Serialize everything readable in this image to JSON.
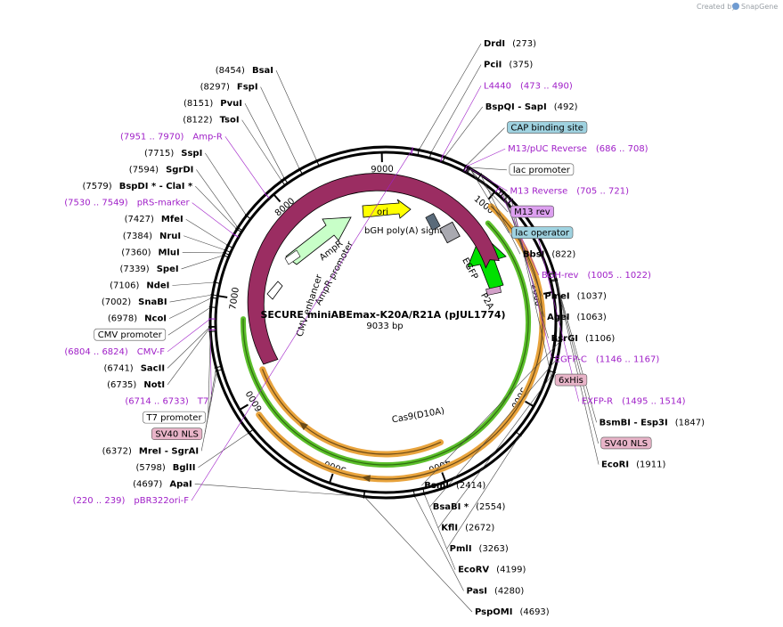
{
  "credit": {
    "prefix": "Created by",
    "brand": "SnapGene"
  },
  "plasmid": {
    "name": "SECURE miniABEmax-K20A/R21A (pJUL1774)",
    "size": "9033 bp",
    "length": 9033
  },
  "ticks": [
    "1000",
    "2000",
    "3000",
    "4000",
    "5000",
    "6000",
    "7000",
    "8000",
    "9000"
  ],
  "sites": [
    {
      "name": "DrdI",
      "pos": "(273)",
      "side": "R"
    },
    {
      "name": "PciI",
      "pos": "(375)",
      "side": "R"
    },
    {
      "name": "BspQI  - SapI",
      "pos": "(492)",
      "side": "R"
    },
    {
      "name": "BbsI",
      "pos": "(822)",
      "side": "R"
    },
    {
      "name": "PmeI",
      "pos": "(1037)",
      "side": "R"
    },
    {
      "name": "AgeI",
      "pos": "(1063)",
      "side": "R"
    },
    {
      "name": "BsrGI",
      "pos": "(1106)",
      "side": "R"
    },
    {
      "name": "BsmBI  - Esp3I",
      "pos": "(1847)",
      "side": "R"
    },
    {
      "name": "EcoRI",
      "pos": "(1911)",
      "side": "R"
    },
    {
      "name": "BsmI",
      "pos": "(2414)",
      "side": "R"
    },
    {
      "name": "BsaBI *",
      "pos": "(2554)",
      "side": "R"
    },
    {
      "name": "KflI",
      "pos": "(2672)",
      "side": "R"
    },
    {
      "name": "PmlI",
      "pos": "(3263)",
      "side": "R"
    },
    {
      "name": "EcoRV",
      "pos": "(4199)",
      "side": "R"
    },
    {
      "name": "PasI",
      "pos": "(4280)",
      "side": "R"
    },
    {
      "name": "PspOMI",
      "pos": "(4693)",
      "side": "R"
    },
    {
      "name": "ApaI",
      "pos": "(4697)",
      "side": "L"
    },
    {
      "name": "BglII",
      "pos": "(5798)",
      "side": "L"
    },
    {
      "name": "MreI  - SgrAI",
      "pos": "(6372)",
      "side": "L"
    },
    {
      "name": "NotI",
      "pos": "(6735)",
      "side": "L"
    },
    {
      "name": "SacII",
      "pos": "(6741)",
      "side": "L"
    },
    {
      "name": "NcoI",
      "pos": "(6978)",
      "side": "L"
    },
    {
      "name": "SnaBI",
      "pos": "(7002)",
      "side": "L"
    },
    {
      "name": "NdeI",
      "pos": "(7106)",
      "side": "L"
    },
    {
      "name": "SpeI",
      "pos": "(7339)",
      "side": "L"
    },
    {
      "name": "MluI",
      "pos": "(7360)",
      "side": "L"
    },
    {
      "name": "NruI",
      "pos": "(7384)",
      "side": "L"
    },
    {
      "name": "MfeI",
      "pos": "(7427)",
      "side": "L"
    },
    {
      "name": "BspDI *  - ClaI *",
      "pos": "(7579)",
      "side": "L"
    },
    {
      "name": "SgrDI",
      "pos": "(7594)",
      "side": "L"
    },
    {
      "name": "SspI",
      "pos": "(7715)",
      "side": "L"
    },
    {
      "name": "TsoI",
      "pos": "(8122)",
      "side": "L"
    },
    {
      "name": "PvuI",
      "pos": "(8151)",
      "side": "L"
    },
    {
      "name": "FspI",
      "pos": "(8297)",
      "side": "L"
    },
    {
      "name": "BsaI",
      "pos": "(8454)",
      "side": "L"
    }
  ],
  "primers": [
    {
      "name": "pBR322ori-F",
      "range": "(220 .. 239)",
      "side": "L"
    },
    {
      "name": "L4440",
      "range": "(473 .. 490)",
      "side": "R"
    },
    {
      "name": "M13/pUC Reverse",
      "range": "(686 .. 708)",
      "side": "R"
    },
    {
      "name": "M13 Reverse",
      "range": "(705 .. 721)",
      "side": "R"
    },
    {
      "name": "BGH-rev",
      "range": "(1005 .. 1022)",
      "side": "R"
    },
    {
      "name": "EGFP-C",
      "range": "(1146 .. 1167)",
      "side": "R"
    },
    {
      "name": "EXFP-R",
      "range": "(1495 .. 1514)",
      "side": "R"
    },
    {
      "name": "T7",
      "range": "(6714 .. 6733)",
      "side": "L"
    },
    {
      "name": "CMV-F",
      "range": "(6804 .. 6824)",
      "side": "L"
    },
    {
      "name": "pRS-marker",
      "range": "(7530 .. 7549)",
      "side": "L"
    },
    {
      "name": "Amp-R",
      "range": "(7951 .. 7970)",
      "side": "L"
    }
  ],
  "boxes": [
    {
      "text": "CAP binding site",
      "fill": "#9fd2e0"
    },
    {
      "text": "lac promoter",
      "fill": "#ffffff"
    },
    {
      "text": "lac operator",
      "fill": "#9fd2e0"
    },
    {
      "text": "M13 rev",
      "fill": "#dda0f0"
    },
    {
      "text": "6xHis",
      "fill": "#e8b4c8"
    },
    {
      "text": "SV40 NLS",
      "fill": "#e8b4c8"
    },
    {
      "text": "CMV promoter",
      "fill": "#ffffff"
    },
    {
      "text": "T7 promoter",
      "fill": "#ffffff"
    },
    {
      "text": "SV40 NLS",
      "fill": "#e8b4c8"
    }
  ],
  "features": {
    "ori": "ori",
    "bgh": "bGH poly(A) signal",
    "egfp": "EGFP",
    "p2a": "P2A",
    "cas9": "Cas9(D10A)",
    "ampr": "AmpR",
    "amprp": "AmpR promoter",
    "cmve": "CMV enhancer"
  },
  "colors": {
    "ori": "#ffff00",
    "egfp": "#00e000",
    "cas9": "#9b2d62",
    "ampr": "#c8ffc8",
    "primer": "#a020c8",
    "orf": "#e8a33c",
    "orfGreen": "#5bbf2b"
  }
}
